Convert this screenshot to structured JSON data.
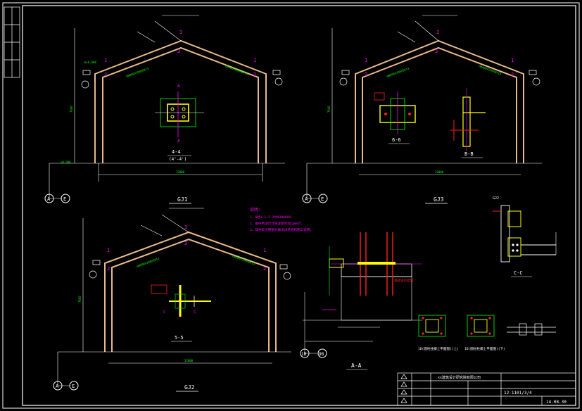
{
  "sheet": {
    "background": "#000000",
    "frame_color": "#ffffff",
    "colors": {
      "frame_member": "#e8b88a",
      "weld_yellow": "#ffff00",
      "dim_green": "#00ff00",
      "note_magenta": "#ff00ff",
      "red": "#ff2020",
      "cyan": "#00ffff",
      "text_white": "#ffffff"
    }
  },
  "frames": {
    "gj1": {
      "title": "GJ1",
      "axis_left": "A",
      "axis_right": "E",
      "section_marks": [
        "1",
        "1",
        "2",
        "2",
        "3",
        "3"
      ]
    },
    "gj3": {
      "title": "GJ3",
      "axis_left": "A",
      "axis_right": "E",
      "section_marks": [
        "1",
        "1",
        "2",
        "2",
        "3",
        "3"
      ]
    },
    "gj2": {
      "title": "GJ2",
      "axis_left": "A",
      "axis_right": "E",
      "section_marks": [
        "1",
        "1",
        "2",
        "2",
        "3",
        "3"
      ]
    }
  },
  "details": {
    "s44": {
      "title": "4-4",
      "subtitle": "(4'-4')",
      "cut_label": "A"
    },
    "s66": {
      "title": "6-6"
    },
    "sbb": {
      "title": "B-B"
    },
    "s55": {
      "title": "5-5",
      "cut_label": "C"
    },
    "saa": {
      "title": "A-A",
      "axis_left": "1B",
      "axis_right": "9B"
    },
    "scc": {
      "title": "C-C",
      "tag": "GJ2"
    },
    "sd1": {
      "title": "1D(圆柱柱脚上平面图)(上)"
    },
    "sd2": {
      "title": "1D(圆柱柱脚上平面图)(下)"
    }
  },
  "notes": {
    "heading": "说明:",
    "lines": [
      "1、H柱1-1,3-3为H300X84,",
      "2、图中所注尺寸除注明外均以mm计,",
      "3、其余未注明部分做法详见结构施工说明。"
    ]
  },
  "title_block": {
    "company": "xx建筑设计研究院有限公司",
    "drawing_no": "12-1101/3/4",
    "date": "14.08.30"
  }
}
